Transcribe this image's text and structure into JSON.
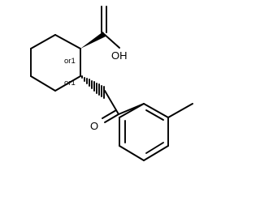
{
  "molecule": {
    "atom_labels": {
      "hydroxyl": "OH",
      "ketone_oxygen": "O"
    },
    "stereo_labels": {
      "c1": "or1",
      "c2": "or1"
    }
  }
}
